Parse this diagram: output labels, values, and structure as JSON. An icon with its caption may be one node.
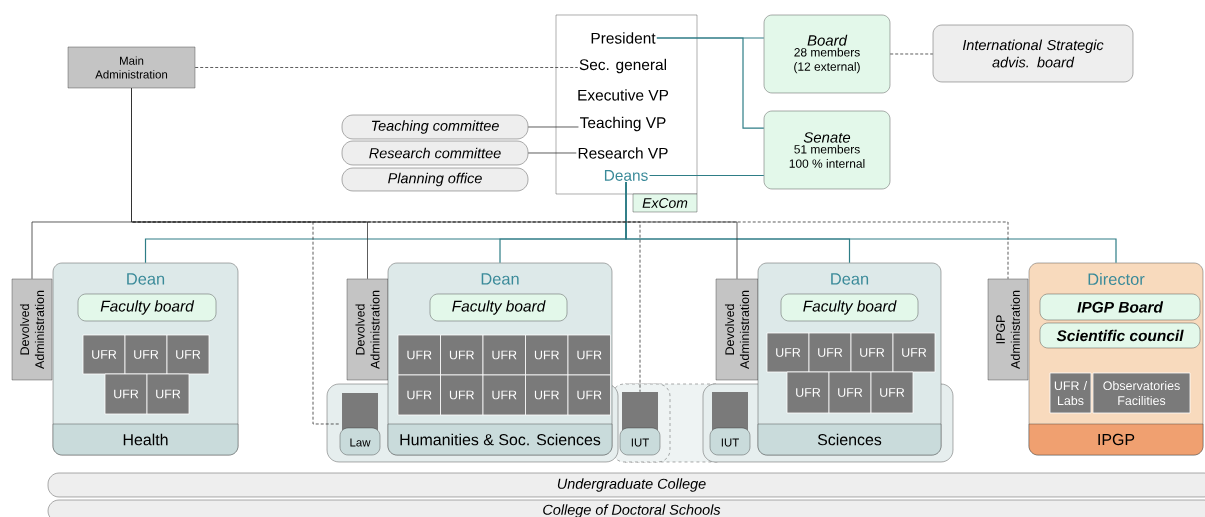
{
  "diagram": {
    "nodes": [
      {
        "text": [
          "Main Administration"
        ]
      },
      {
        "text": [
          "ExCom"
        ]
      },
      {
        "text": [
          "President"
        ],
        "in": 1
      },
      {
        "text": [
          "Sec. general"
        ],
        "in": 1
      },
      {
        "text": [
          "Executive VP"
        ],
        "in": 1
      },
      {
        "text": [
          "Teaching VP"
        ],
        "in": 1
      },
      {
        "text": [
          "Research VP"
        ],
        "in": 1
      },
      {
        "text": [
          "Deans"
        ],
        "in": 1
      },
      {
        "text": [
          "Board",
          "28 members (12 external)"
        ]
      },
      {
        "text": [
          "International Strategic advis. board"
        ]
      },
      {
        "text": [
          "Teaching committee"
        ]
      },
      {
        "text": [
          "Research committee"
        ]
      },
      {
        "text": [
          "Planning office"
        ]
      },
      {
        "text": [
          "Senate",
          "51 members 100 % internal"
        ]
      },
      {
        "text": [
          "Devolved Administration"
        ]
      },
      {
        "text": [
          "Dean"
        ]
      },
      {
        "text": [
          "Faculty board"
        ],
        "in": 15
      },
      {
        "text": [
          "UFR"
        ],
        "in": 15
      },
      {
        "text": [
          "UFR"
        ],
        "in": 15
      },
      {
        "text": [
          "UFR"
        ],
        "in": 15
      },
      {
        "text": [
          "UFR"
        ],
        "in": 15
      },
      {
        "text": [
          "UFR"
        ],
        "in": 15
      },
      {
        "text": [
          "Health"
        ],
        "in": 15
      },
      {
        "text": [
          "Devolved Administration"
        ]
      },
      {
        "text": [],
        "shape": "box"
      },
      {
        "text": [
          "Law"
        ],
        "in": 24
      },
      {
        "text": [
          "Dean"
        ]
      },
      {
        "text": [
          "Faculty board"
        ],
        "in": 26
      },
      {
        "text": [
          "UFR"
        ],
        "in": 26
      },
      {
        "text": [
          "UFR"
        ],
        "in": 26
      },
      {
        "text": [
          "UFR"
        ],
        "in": 26
      },
      {
        "text": [
          "UFR"
        ],
        "in": 26
      },
      {
        "text": [
          "UFR"
        ],
        "in": 26
      },
      {
        "text": [
          "UFR"
        ],
        "in": 26
      },
      {
        "text": [
          "UFR"
        ],
        "in": 26
      },
      {
        "text": [
          "UFR"
        ],
        "in": 26
      },
      {
        "text": [
          "UFR"
        ],
        "in": 26
      },
      {
        "text": [
          "UFR"
        ],
        "in": 26
      },
      {
        "text": [
          "Humanities & Soc. Sciences"
        ]
      },
      {
        "text": [
          "IUT"
        ]
      },
      {
        "text": [
          "Devolved Administration"
        ]
      },
      {
        "text": [],
        "shape": "box"
      },
      {
        "text": [
          "IUT"
        ],
        "in": 41
      },
      {
        "text": [
          "Dean"
        ]
      },
      {
        "text": [
          "Faculty board"
        ],
        "in": 43
      },
      {
        "text": [
          "UFR"
        ],
        "in": 43
      },
      {
        "text": [
          "UFR"
        ],
        "in": 43
      },
      {
        "text": [
          "UFR"
        ],
        "in": 43
      },
      {
        "text": [
          "UFR"
        ],
        "in": 43
      },
      {
        "text": [
          "UFR"
        ],
        "in": 43
      },
      {
        "text": [
          "UFR"
        ],
        "in": 43
      },
      {
        "text": [
          "UFR"
        ],
        "in": 43
      },
      {
        "text": [
          "Sciences"
        ]
      },
      {
        "text": [
          "IPGP Administration"
        ]
      },
      {
        "text": [
          "Director"
        ]
      },
      {
        "text": [
          "IPGP Board"
        ],
        "in": 54
      },
      {
        "text": [
          "Scientific council"
        ],
        "in": 54
      },
      {
        "text": [
          "UFR / Labs"
        ],
        "in": 54
      },
      {
        "text": [
          "Observatories Facilities"
        ],
        "in": 54
      },
      {
        "text": [
          "IPGP"
        ],
        "in": 54
      },
      {
        "text": [
          "Undergraduate College"
        ]
      },
      {
        "text": [
          "College of Doctoral Schools"
        ]
      }
    ],
    "edges": [
      {
        "from": 0,
        "to": 3,
        "arrow": "none",
        "style": "dashed"
      },
      {
        "from": 2,
        "to": 8,
        "arrow": "none",
        "color": "#2e7d86"
      },
      {
        "from": 2,
        "to": 13,
        "arrow": "none",
        "color": "#2e7d86"
      },
      {
        "from": 7,
        "to": 13,
        "arrow": "none",
        "color": "#2e7d86"
      },
      {
        "from": 8,
        "to": 9,
        "arrow": "none",
        "style": "dashed"
      },
      {
        "from": 10,
        "to": 5,
        "arrow": "none"
      },
      {
        "from": 11,
        "to": 6,
        "arrow": "none"
      },
      {
        "from": 7,
        "to": 15,
        "arrow": "none",
        "color": "#2e7d86"
      },
      {
        "from": 7,
        "to": 26,
        "arrow": "none",
        "color": "#2e7d86"
      },
      {
        "from": 7,
        "to": 43,
        "arrow": "none",
        "color": "#2e7d86"
      },
      {
        "from": 7,
        "to": 54,
        "arrow": "none",
        "color": "#2e7d86"
      },
      {
        "from": 0,
        "to": 14,
        "arrow": "none"
      },
      {
        "from": 0,
        "to": 23,
        "arrow": "none"
      },
      {
        "from": 0,
        "to": 40,
        "arrow": "none"
      },
      {
        "from": 0,
        "to": 25,
        "arrow": "none",
        "style": "dashed"
      },
      {
        "from": 0,
        "to": 39,
        "arrow": "none",
        "style": "dashed"
      },
      {
        "from": 0,
        "to": 53,
        "arrow": "none",
        "style": "dashed"
      }
    ]
  }
}
